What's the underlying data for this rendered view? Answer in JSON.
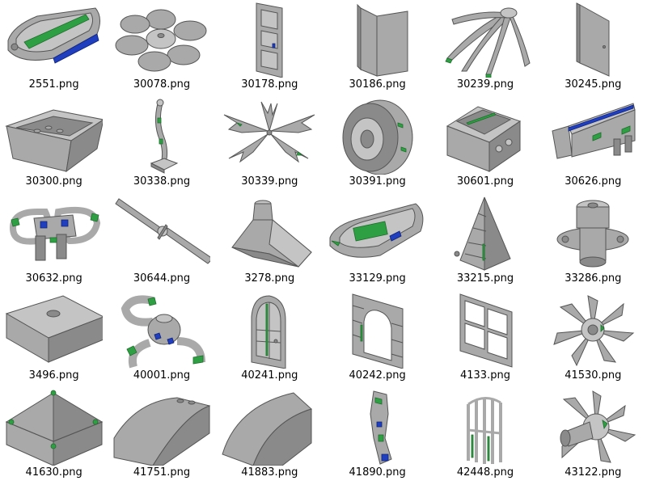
{
  "items": [
    {
      "caption": "2551.png",
      "icon": "boat-hull-icon"
    },
    {
      "caption": "30078.png",
      "icon": "flower-plate-icon"
    },
    {
      "caption": "30178.png",
      "icon": "door-frame-icon"
    },
    {
      "caption": "30186.png",
      "icon": "wall-panel-icon"
    },
    {
      "caption": "30239.png",
      "icon": "palm-leaves-icon"
    },
    {
      "caption": "30245.png",
      "icon": "flat-panel-icon"
    },
    {
      "caption": "30300.png",
      "icon": "container-box-icon"
    },
    {
      "caption": "30338.png",
      "icon": "stem-plant-icon"
    },
    {
      "caption": "30339.png",
      "icon": "palm-top-icon"
    },
    {
      "caption": "30391.png",
      "icon": "tire-icon"
    },
    {
      "caption": "30601.png",
      "icon": "engine-block-icon"
    },
    {
      "caption": "30626.png",
      "icon": "bracket-icon"
    },
    {
      "caption": "30632.png",
      "icon": "twin-handle-icon"
    },
    {
      "caption": "30644.png",
      "icon": "propeller-icon"
    },
    {
      "caption": "3278.png",
      "icon": "funnel-icon"
    },
    {
      "caption": "33129.png",
      "icon": "boat-hull-icon"
    },
    {
      "caption": "33215.png",
      "icon": "roof-cone-icon"
    },
    {
      "caption": "33286.png",
      "icon": "cylinder-icon"
    },
    {
      "caption": "3496.png",
      "icon": "brick-icon"
    },
    {
      "caption": "40001.png",
      "icon": "horned-piece-icon"
    },
    {
      "caption": "40241.png",
      "icon": "arched-door-icon"
    },
    {
      "caption": "40242.png",
      "icon": "arch-wall-icon"
    },
    {
      "caption": "4133.png",
      "icon": "window-frame-icon"
    },
    {
      "caption": "41530.png",
      "icon": "turbine-icon"
    },
    {
      "caption": "41630.png",
      "icon": "pyramid-plate-icon"
    },
    {
      "caption": "41751.png",
      "icon": "curved-slope-icon"
    },
    {
      "caption": "41883.png",
      "icon": "wedge-slope-icon"
    },
    {
      "caption": "41890.png",
      "icon": "figure-leg-icon"
    },
    {
      "caption": "42448.png",
      "icon": "gate-icon"
    },
    {
      "caption": "43122.png",
      "icon": "jet-engine-icon"
    }
  ],
  "colors": {
    "part_gray": "#a9a9a9",
    "accent_green": "#2ea043",
    "accent_blue": "#1f3fbf"
  }
}
